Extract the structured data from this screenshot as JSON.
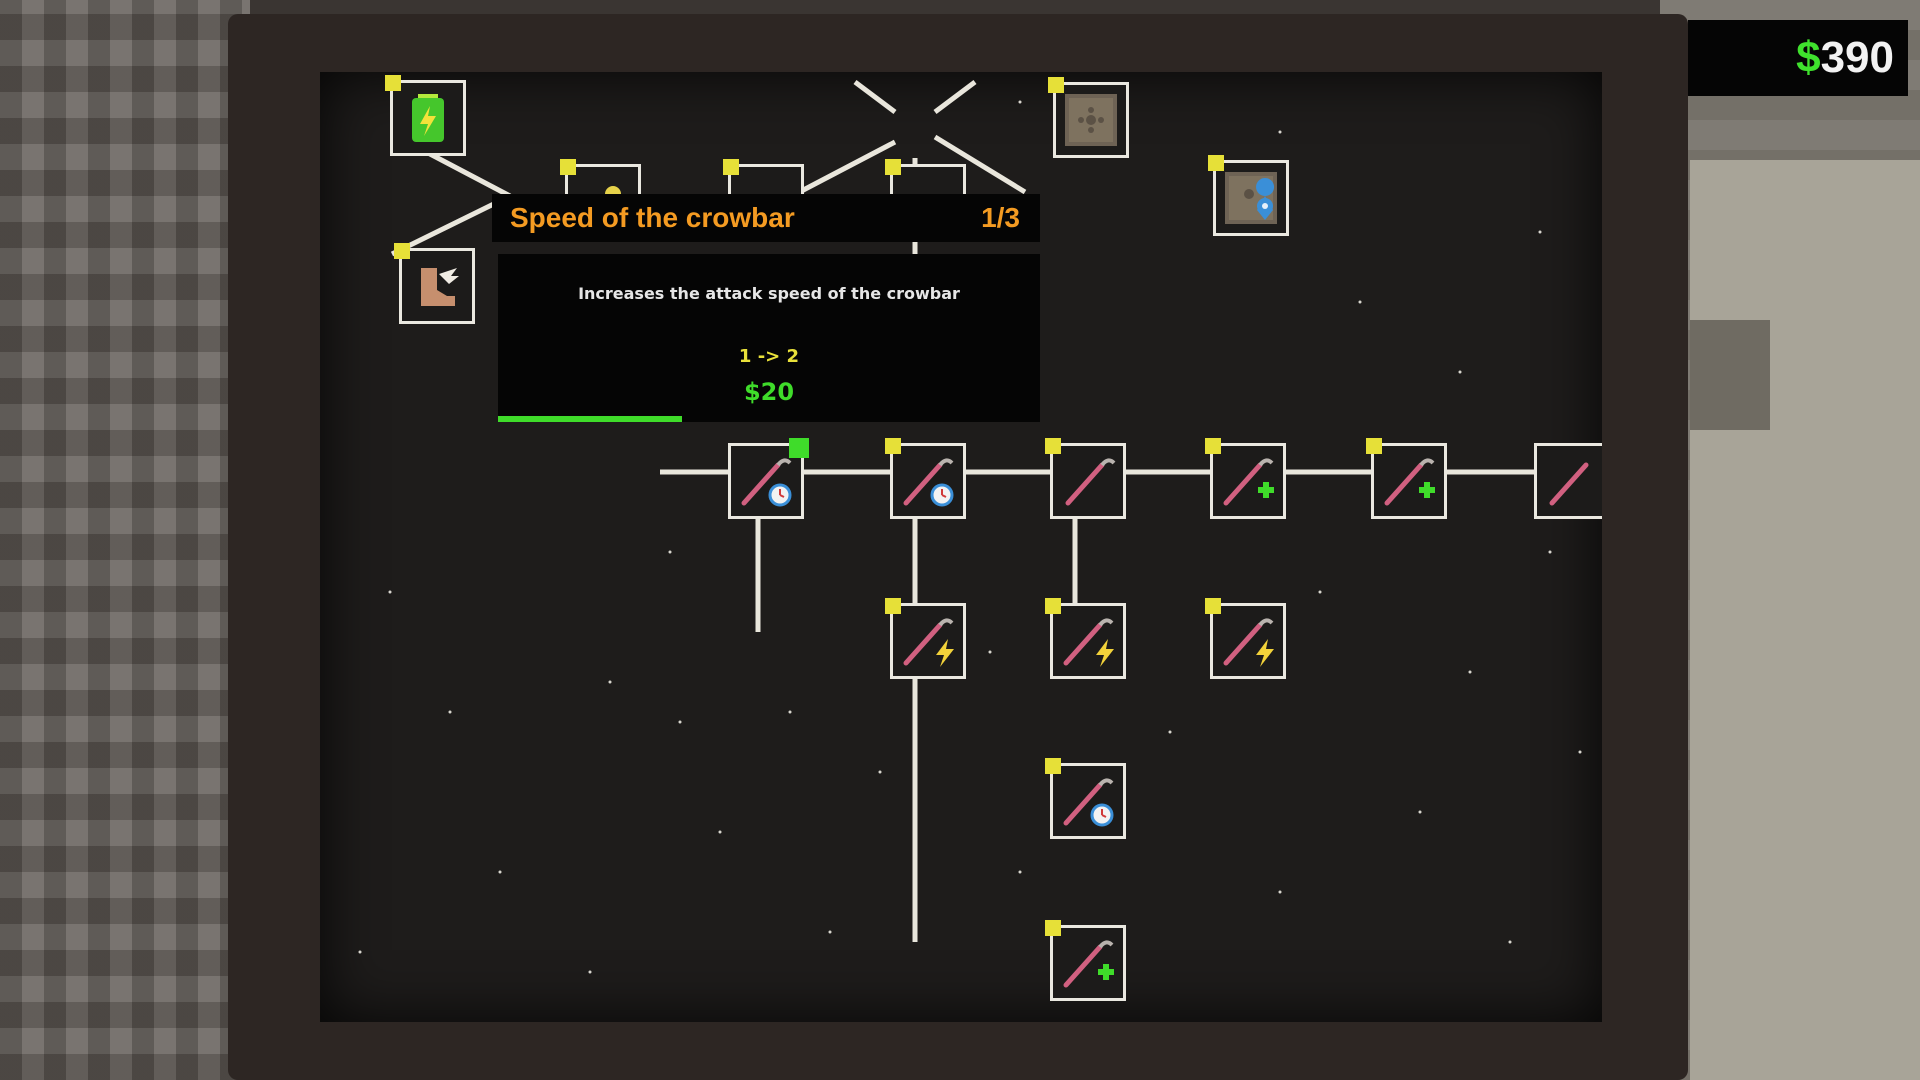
{
  "hud": {
    "currency_symbol": "$",
    "money": "390"
  },
  "tooltip": {
    "title": "Speed of the crowbar",
    "level": "1/3",
    "description": "Increases the attack speed of the crowbar",
    "change": "1 -> 2",
    "price": "$20",
    "progress_fraction": 0.34
  },
  "colors": {
    "title_orange": "#f49b22",
    "price_green": "#3fdc2a",
    "change_yellow": "#e9e13a",
    "marker_yellow": "#e6e038",
    "owned_green": "#3fdc2a"
  },
  "nodes": [
    {
      "id": "battery",
      "icon": "battery-icon",
      "owned": false
    },
    {
      "id": "boots-a",
      "icon": "boots-icon",
      "owned": false
    },
    {
      "id": "boots-b",
      "icon": "boots-icon",
      "owned": false
    },
    {
      "id": "boots-c",
      "icon": "boots-icon",
      "owned": false
    },
    {
      "id": "winged-boot",
      "icon": "winged-boot-icon",
      "owned": false
    },
    {
      "id": "box-top",
      "icon": "crate-icon",
      "owned": false
    },
    {
      "id": "box-map",
      "icon": "crate-map-pin-icon",
      "owned": false
    },
    {
      "id": "crowbar-speed-1",
      "icon": "crowbar-stopwatch-icon",
      "owned": true
    },
    {
      "id": "crowbar-speed-2",
      "icon": "crowbar-stopwatch-icon",
      "owned": false
    },
    {
      "id": "crowbar-center",
      "icon": "crowbar-icon",
      "owned": false
    },
    {
      "id": "crowbar-health-1",
      "icon": "crowbar-plus-icon",
      "owned": false
    },
    {
      "id": "crowbar-health-2",
      "icon": "crowbar-plus-icon",
      "owned": false
    },
    {
      "id": "crowbar-edge",
      "icon": "crowbar-icon",
      "owned": false
    },
    {
      "id": "crowbar-power-1",
      "icon": "crowbar-lightning-icon",
      "owned": false
    },
    {
      "id": "crowbar-power-2",
      "icon": "crowbar-lightning-icon",
      "owned": false
    },
    {
      "id": "crowbar-power-3",
      "icon": "crowbar-lightning-icon",
      "owned": false
    },
    {
      "id": "crowbar-speed-3",
      "icon": "crowbar-stopwatch-icon",
      "owned": false
    },
    {
      "id": "crowbar-health-3",
      "icon": "crowbar-plus-icon",
      "owned": false
    }
  ]
}
